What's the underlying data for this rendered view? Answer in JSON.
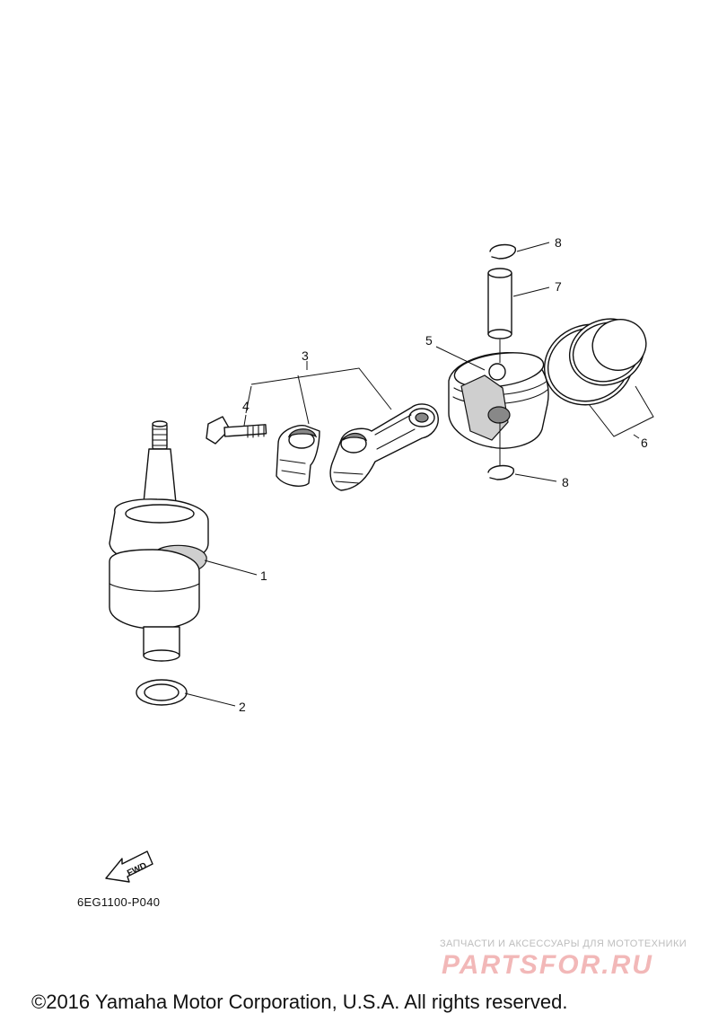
{
  "callouts": [
    "1",
    "2",
    "3",
    "4",
    "5",
    "6",
    "7",
    "8",
    "8"
  ],
  "fwd_label": "FWD",
  "diagram_code": "6EG1100-P040",
  "watermark": {
    "tagline": "ЗАПЧАСТИ И АКСЕССУАРЫ ДЛЯ МОТОТЕХНИКИ",
    "logo": "PARTSFOR.RU"
  },
  "copyright": "©2016 Yamaha Motor Corporation, U.S.A. All rights reserved."
}
